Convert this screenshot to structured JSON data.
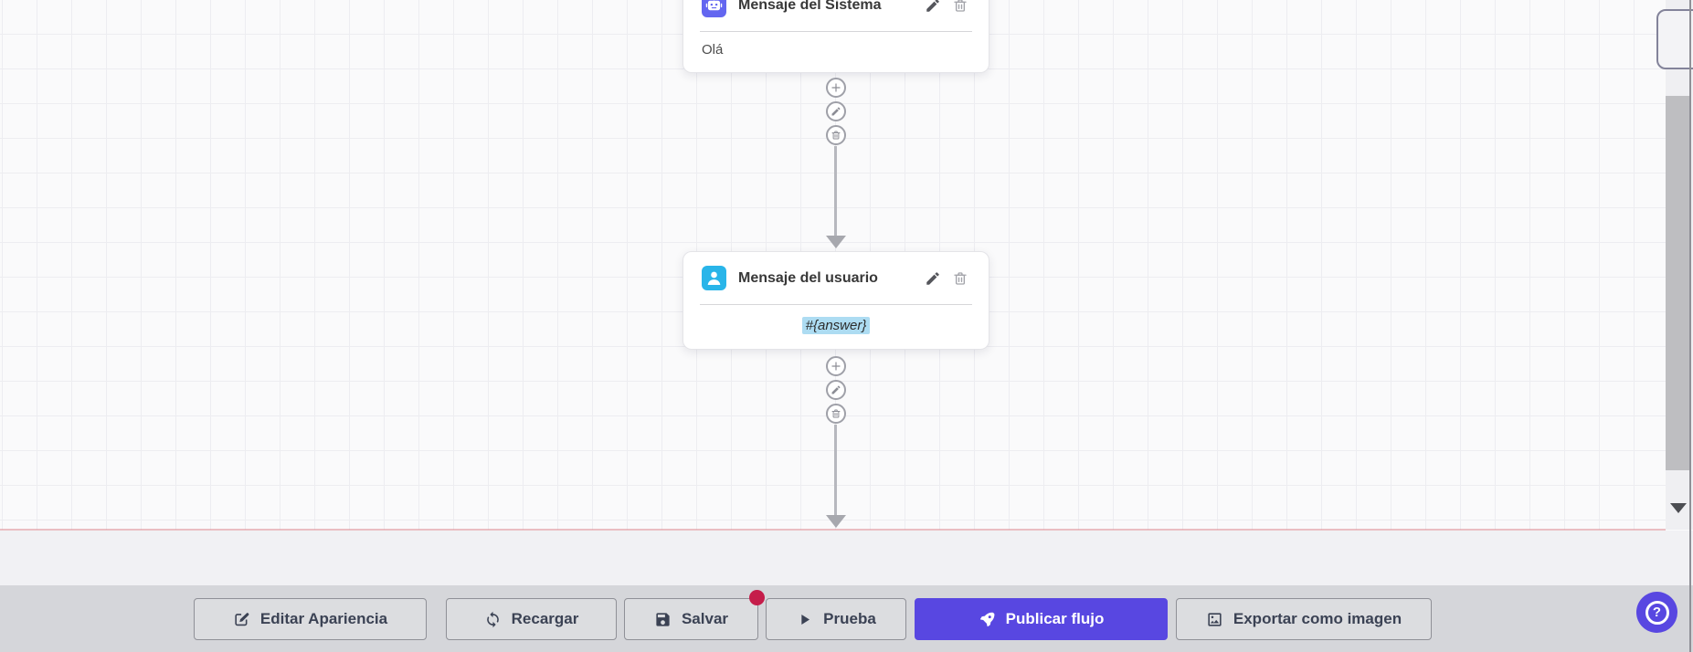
{
  "canvas": {
    "nodes": [
      {
        "title": "Mensaje del Sistema",
        "content": "Olá",
        "icon": "robot-icon",
        "icon_bg": "#6366f0"
      },
      {
        "title": "Mensaje del usuario",
        "content": "#{answer}",
        "icon": "person-icon",
        "icon_bg": "#29b5e9",
        "content_highlighted": true
      }
    ],
    "node_actions": [
      "edit",
      "delete"
    ],
    "connector_actions": [
      "add",
      "edit",
      "delete"
    ]
  },
  "toolbar": {
    "buttons": [
      {
        "label": "Editar Apariencia",
        "icon": "edit-square-icon",
        "variant": "default"
      },
      {
        "label": "Recargar",
        "icon": "refresh-icon",
        "variant": "default"
      },
      {
        "label": "Salvar",
        "icon": "save-icon",
        "variant": "default",
        "has_badge": true
      },
      {
        "label": "Prueba",
        "icon": "play-icon",
        "variant": "default"
      },
      {
        "label": "Publicar flujo",
        "icon": "rocket-icon",
        "variant": "primary"
      },
      {
        "label": "Exportar como imagen",
        "icon": "image-icon",
        "variant": "default"
      }
    ],
    "help_label": "?"
  },
  "colors": {
    "primary": "#5847e1",
    "badge": "#c51d4a",
    "system_icon_bg": "#6366f0",
    "user_icon_bg": "#29b5e9",
    "variable_highlight": "#addcf2",
    "toolbar_bg": "#d5d6da"
  }
}
